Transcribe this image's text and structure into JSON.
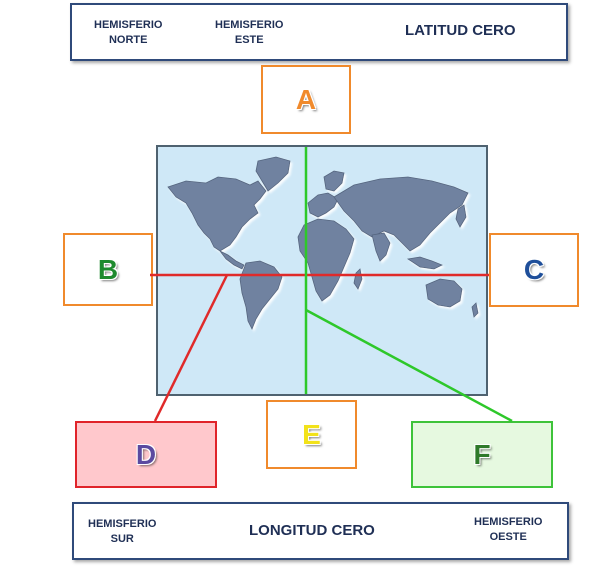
{
  "top_bank": {
    "term1": [
      "HEMISFERIO",
      "NORTE"
    ],
    "term2": [
      "HEMISFERIO",
      "ESTE"
    ],
    "term3": "LATITUD CERO"
  },
  "bottom_bank": {
    "term1": [
      "HEMISFERIO",
      "SUR"
    ],
    "term2": "LONGITUD CERO",
    "term3": [
      "HEMISFERIO",
      "OESTE"
    ]
  },
  "boxes": {
    "A": {
      "letter": "A",
      "color": "#f08a2c"
    },
    "B": {
      "letter": "B",
      "color": "#1e8a2e"
    },
    "C": {
      "letter": "C",
      "color": "#1f4f9a"
    },
    "D": {
      "letter": "D",
      "color": "#5a4aa0",
      "fill": "#ffc8cc",
      "border": "#e0242a"
    },
    "E": {
      "letter": "E",
      "color": "#f2e21a"
    },
    "F": {
      "letter": "F",
      "color": "#2f7a2a",
      "fill": "#e6f9e0",
      "border": "#3ec33a"
    }
  },
  "colors": {
    "equator": "#e02a2a",
    "meridian": "#2ec82a",
    "ocean": "#cfe8f7",
    "land": "#6f82a0",
    "box_border": "#f08a2c",
    "bank_border": "#2f4a7a"
  }
}
